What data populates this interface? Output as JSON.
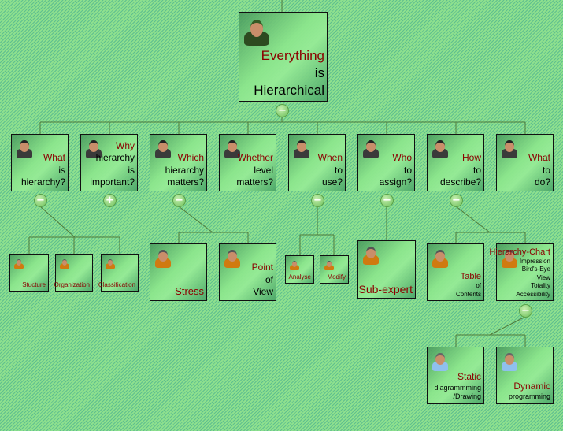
{
  "title": "Everything is Hierarchical",
  "nodes": [
    {
      "id": "root",
      "lines": [
        "Everything",
        "is",
        "Hierarchical"
      ],
      "avatar": "soldier",
      "toggle": "minus"
    },
    {
      "id": "what-is",
      "lines": [
        "What",
        "is",
        "hierarchy?"
      ],
      "avatar": "dark",
      "toggle": "minus"
    },
    {
      "id": "why",
      "lines": [
        "Why",
        "hierarchy",
        "is",
        "important?"
      ],
      "avatar": "dark",
      "toggle": "plus"
    },
    {
      "id": "which",
      "lines": [
        "Which",
        "hierarchy",
        "matters?"
      ],
      "avatar": "dark",
      "toggle": "minus"
    },
    {
      "id": "whether",
      "lines": [
        "Whether",
        "level",
        "matters?"
      ],
      "avatar": "dark"
    },
    {
      "id": "when",
      "lines": [
        "When",
        "to",
        "use?"
      ],
      "avatar": "dark",
      "toggle": "minus"
    },
    {
      "id": "who",
      "lines": [
        "Who",
        "to",
        "assign?"
      ],
      "avatar": "dark",
      "toggle": "minus"
    },
    {
      "id": "how",
      "lines": [
        "How",
        "to",
        "describe?"
      ],
      "avatar": "dark",
      "toggle": "minus"
    },
    {
      "id": "what-do",
      "lines": [
        "What",
        "to",
        "do?"
      ],
      "avatar": "dark"
    },
    {
      "id": "structure",
      "lines": [
        "Stucture"
      ],
      "avatar": "orange"
    },
    {
      "id": "organization",
      "lines": [
        "Organization"
      ],
      "avatar": "orange"
    },
    {
      "id": "classification",
      "lines": [
        "Classification"
      ],
      "avatar": "orange"
    },
    {
      "id": "stress",
      "lines": [
        "Stress"
      ],
      "avatar": "orange"
    },
    {
      "id": "point-of-view",
      "lines": [
        "Point",
        "of",
        "View"
      ],
      "avatar": "orange"
    },
    {
      "id": "analyse",
      "lines": [
        "Analyse"
      ],
      "avatar": "orange"
    },
    {
      "id": "modify",
      "lines": [
        "Modify"
      ],
      "avatar": "orange"
    },
    {
      "id": "sub-expert",
      "lines": [
        "Sub-expert"
      ],
      "avatar": "orange"
    },
    {
      "id": "table",
      "lines": [
        "Table",
        "of",
        "Contents"
      ],
      "avatar": "orange"
    },
    {
      "id": "hierarchy-chart",
      "lines": [
        "Hierarchy-Chart",
        "Impression",
        "Bird's-Eye",
        "View",
        "Totality",
        "Accessibility"
      ],
      "avatar": "orange",
      "toggle": "minus"
    },
    {
      "id": "static",
      "lines": [
        "Static",
        "diagrammming",
        "/Drawing"
      ],
      "avatar": "blue"
    },
    {
      "id": "dynamic",
      "lines": [
        "Dynamic",
        "programming"
      ],
      "avatar": "blue"
    }
  ],
  "toggle_symbols": {
    "minus": "−",
    "plus": "+"
  },
  "colors": {
    "first_line": "#8b0000",
    "link": "#4f7a3a"
  }
}
